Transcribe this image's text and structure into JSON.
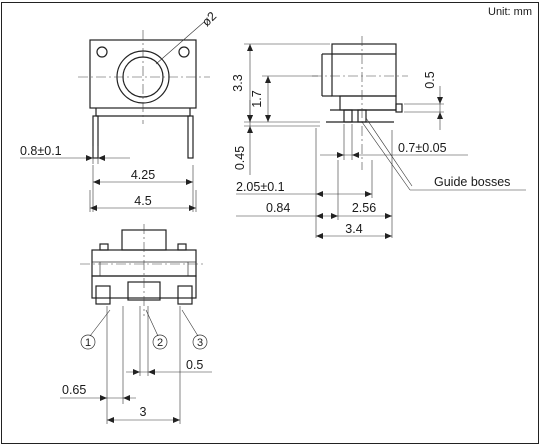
{
  "unit_label": "Unit: mm",
  "dimensions": {
    "diameter": "ø2",
    "height_total": "3.3",
    "height_mid": "1.7",
    "tab_thickness": "0.5",
    "lead_width": "0.8±0.1",
    "lead_span": "4.25",
    "body_width": "4.5",
    "lead_thickness": "0.45",
    "boss_size": "0.7±0.05",
    "offset_a": "2.05±0.1",
    "offset_b": "0.84",
    "offset_c": "2.56",
    "depth": "3.4",
    "pitch_small": "0.5",
    "pin_width": "0.65",
    "pin_pitch": "3"
  },
  "callout": "Guide bosses",
  "pins": [
    "1",
    "2",
    "3"
  ]
}
